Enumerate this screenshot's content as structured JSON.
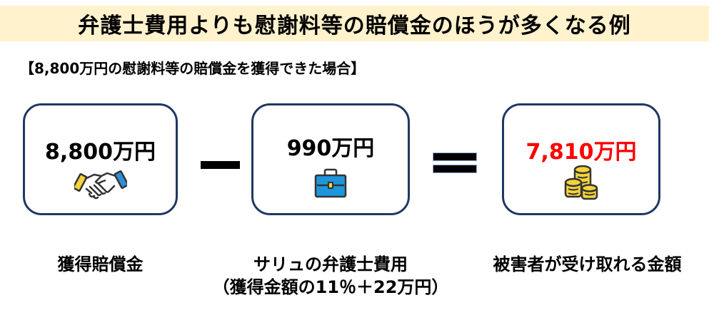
{
  "title": "弁護士費用よりも慰謝料等の賠償金のほうが多くなる例",
  "subtitle": "【8,800万円の慰謝料等の賠償金を獲得できた場合】",
  "colors": {
    "title_background": "#FFF2CC",
    "box_border": "#1F3864",
    "highlight_amount": "#FF0000",
    "handshake_left_cuff": "#F5D33B",
    "handshake_right_cuff": "#2E8FD8",
    "briefcase": "#1E96DC",
    "coins": "#F5D33B"
  },
  "boxes": [
    {
      "amount": "8,800万円",
      "icon": "handshake-icon",
      "label": "獲得賠償金"
    },
    {
      "amount": "990万円",
      "icon": "briefcase-icon",
      "label": "サリュの弁護士費用",
      "sublabel": "（獲得金額の11％＋22万円）"
    },
    {
      "amount": "7,810万円",
      "icon": "coins-icon",
      "label": "被害者が受け取れる金額"
    }
  ],
  "operators": {
    "first": "minus",
    "second": "equals"
  }
}
